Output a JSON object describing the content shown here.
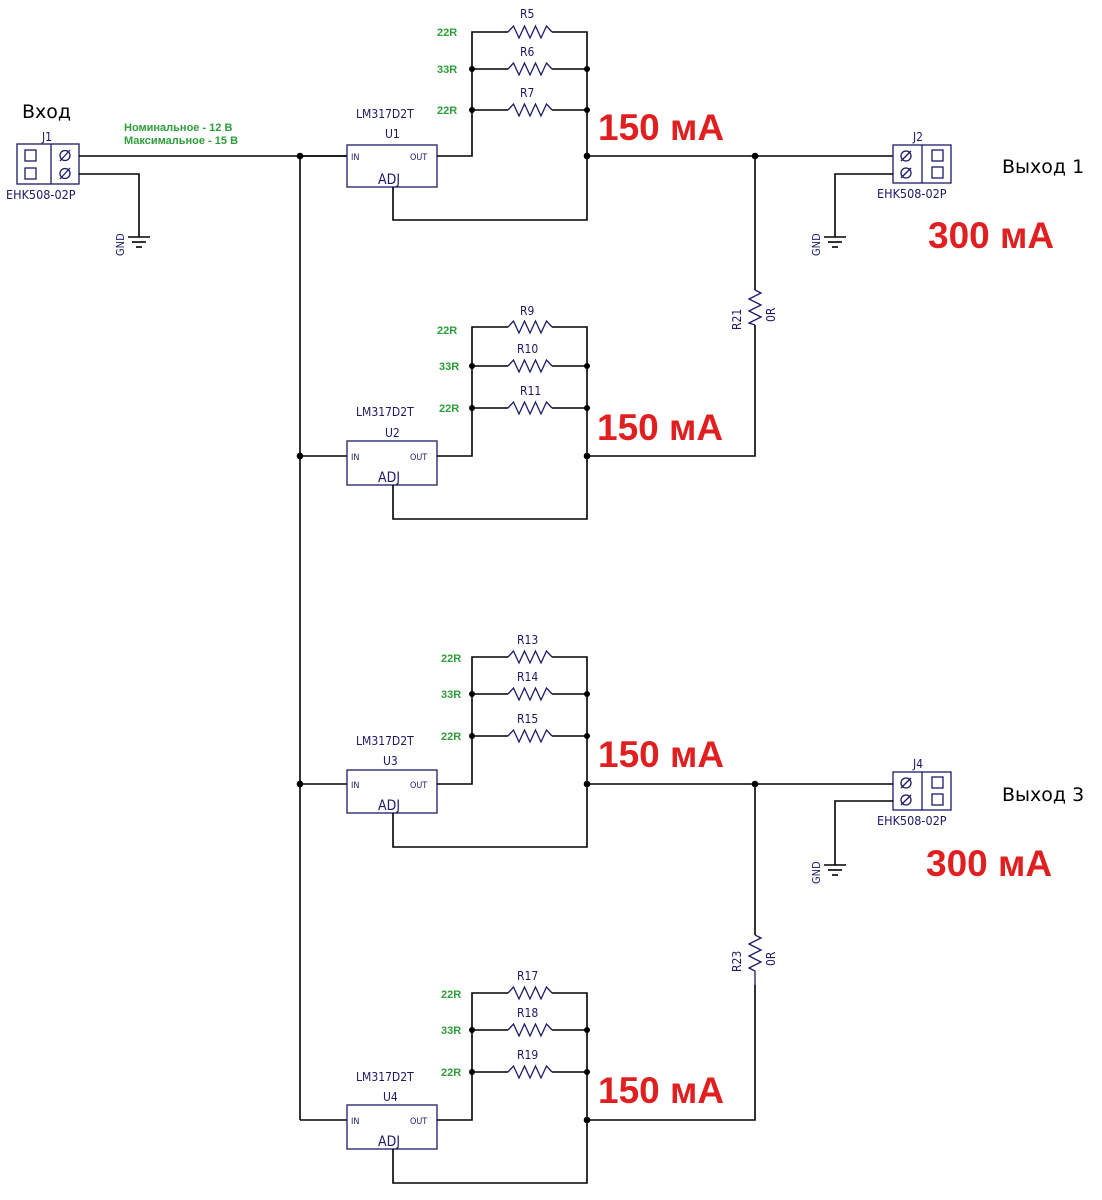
{
  "input": {
    "title": "Вход",
    "ref": "J1",
    "part": "EHK508-02P",
    "nominal": "Номинальное - 12 В",
    "maximum": "Максимальное - 15 В"
  },
  "gnd_label": "GND",
  "regulators": [
    {
      "ref": "U1",
      "part": "LM317D2T",
      "pin_in": "IN",
      "pin_out": "OUT",
      "pin_adj": "ADJ",
      "current": "150 мА",
      "resistors": [
        {
          "ref": "R5",
          "value": "22R"
        },
        {
          "ref": "R6",
          "value": "33R"
        },
        {
          "ref": "R7",
          "value": "22R"
        }
      ]
    },
    {
      "ref": "U2",
      "part": "LM317D2T",
      "pin_in": "IN",
      "pin_out": "OUT",
      "pin_adj": "ADJ",
      "current": "150 мА",
      "resistors": [
        {
          "ref": "R9",
          "value": "22R"
        },
        {
          "ref": "R10",
          "value": "33R"
        },
        {
          "ref": "R11",
          "value": "22R"
        }
      ]
    },
    {
      "ref": "U3",
      "part": "LM317D2T",
      "pin_in": "IN",
      "pin_out": "OUT",
      "pin_adj": "ADJ",
      "current": "150 мА",
      "resistors": [
        {
          "ref": "R13",
          "value": "22R"
        },
        {
          "ref": "R14",
          "value": "33R"
        },
        {
          "ref": "R15",
          "value": "22R"
        }
      ]
    },
    {
      "ref": "U4",
      "part": "LM317D2T",
      "pin_in": "IN",
      "pin_out": "OUT",
      "pin_adj": "ADJ",
      "current": "150 мА",
      "resistors": [
        {
          "ref": "R17",
          "value": "22R"
        },
        {
          "ref": "R18",
          "value": "33R"
        },
        {
          "ref": "R19",
          "value": "22R"
        }
      ]
    }
  ],
  "outputs": [
    {
      "title": "Выход 1",
      "ref": "J2",
      "part": "EHK508-02P",
      "current": "300 мА",
      "jumper_ref": "R21",
      "jumper_value": "0R"
    },
    {
      "title": "Выход 3",
      "ref": "J4",
      "part": "EHK508-02P",
      "current": "300 мА",
      "jumper_ref": "R23",
      "jumper_value": "0R"
    }
  ]
}
